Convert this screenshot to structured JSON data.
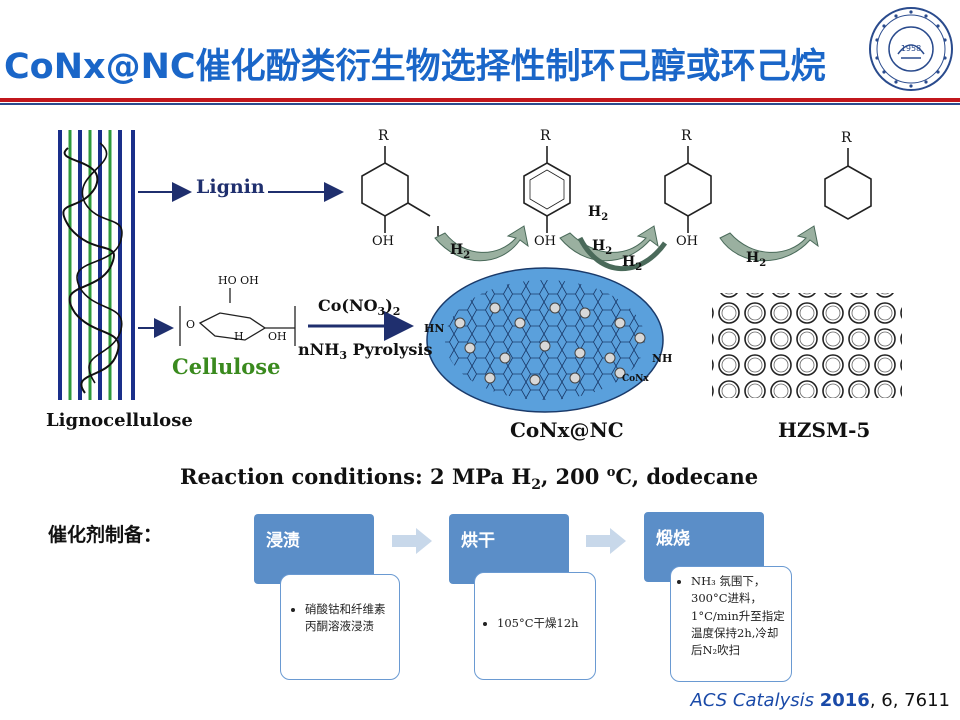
{
  "title": "CoNx@NC催化酚类衍生物选择性制环己醇或环己烷",
  "figure": {
    "lignin_label": "Lignin",
    "cellulose_label": "Cellulose",
    "lignocellulose_label": "Lignocellulose",
    "co_label": "Co(NO",
    "co_sub1": "3",
    "co_close": ")",
    "co_sub2": "2",
    "nh3_label": "NH",
    "nh3_sub": "3",
    "pyrolysis_label": " Pyrolysis",
    "n_label": "n",
    "catalyst_label": "CoNx@NC",
    "zeolite_label": "HZSM-5",
    "conx_small": "CoNx",
    "hn_label": "HN",
    "nh_label": "NH",
    "h2_labels": [
      "H",
      "H",
      "H",
      "H",
      "H"
    ],
    "h2_sub": "2",
    "r_labels": [
      "R",
      "R",
      "R",
      "R"
    ],
    "oh_labels": [
      "OH",
      "OH",
      "OH"
    ],
    "ho_label": "HO",
    "cell_oh": "OH",
    "cell_h": "H",
    "cell_o": "O",
    "conditions_prefix": "Reaction conditions:   2 MPa H",
    "conditions_sub": "2",
    "conditions_mid": ", 200 ",
    "conditions_sup": "o",
    "conditions_suffix": "C, dodecane"
  },
  "prep": {
    "label": "催化剂制备：",
    "steps": [
      {
        "title": "浸渍",
        "detail": "硝酸钴和纤维素丙酮溶液浸渍"
      },
      {
        "title": "烘干",
        "detail": "105°C干燥12h"
      },
      {
        "title": "煅烧",
        "detail": "NH₃ 氛围下，300°C进料，1°C/min升至指定温度保持2h,冷却后N₂吹扫"
      }
    ]
  },
  "citation": {
    "journal": "ACS Catalysis",
    "year": "2016",
    "rest": ", 6, 7611"
  },
  "colors": {
    "title": "#1a66c8",
    "rule_red": "#c1171c",
    "step_box": "#5b8ec8",
    "lignin_text": "#1f2f6e",
    "cellulose_text": "#3a8a1e",
    "catalyst_ellipse": "#5aa0dc"
  },
  "logo": {
    "year": "1958"
  }
}
